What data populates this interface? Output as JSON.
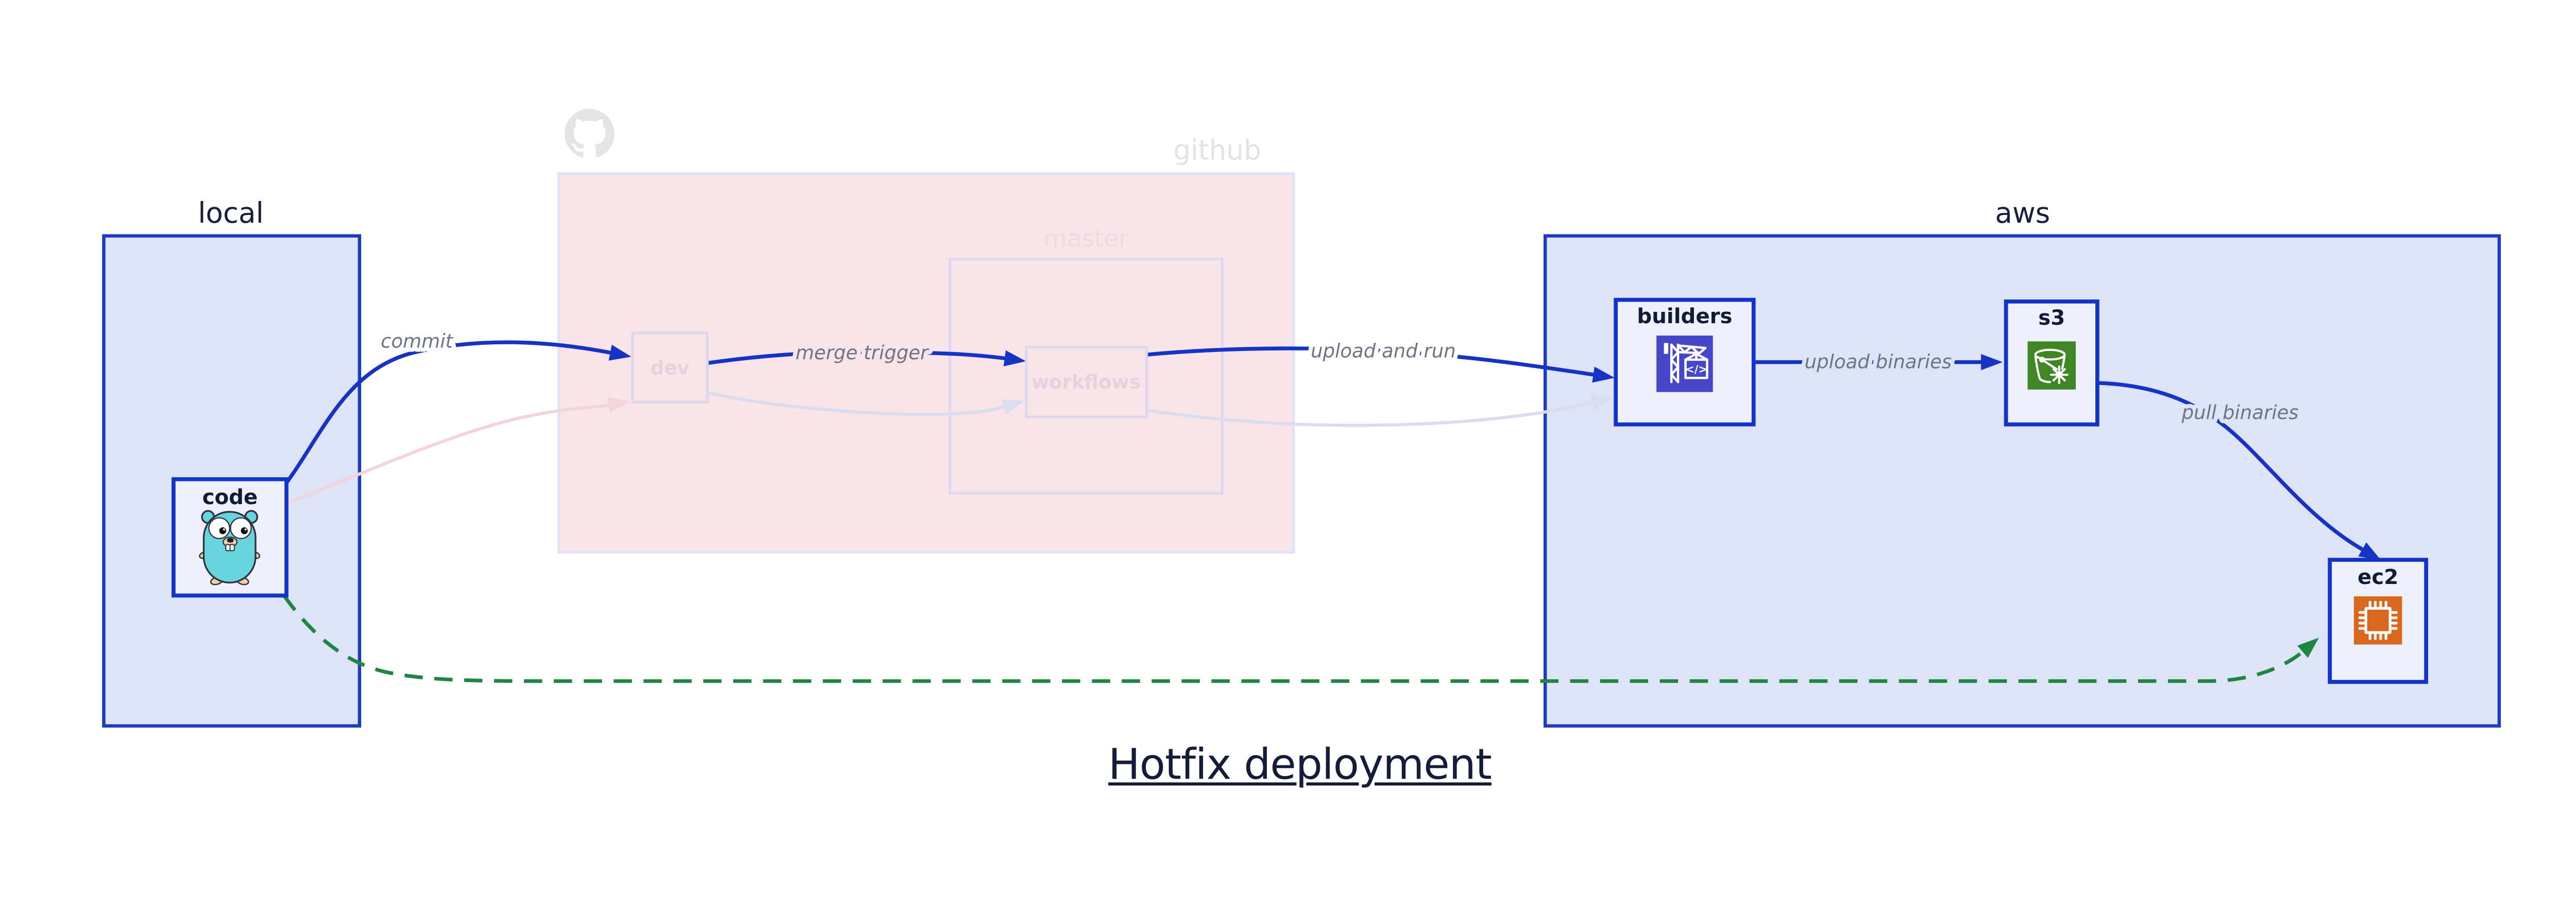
{
  "title": {
    "text": "Hotfix deployment"
  },
  "groups": {
    "local": {
      "label": "local"
    },
    "github": {
      "label": "github",
      "master_label": "master"
    },
    "aws": {
      "label": "aws"
    }
  },
  "nodes": {
    "code": {
      "label": "code",
      "icon": "go-gopher-icon"
    },
    "dev": {
      "label": "dev"
    },
    "workflows": {
      "label": "workflows"
    },
    "builders": {
      "label": "builders",
      "icon": "codebuild-crane-icon",
      "icon_glyph": "</>"
    },
    "s3": {
      "label": "s3",
      "icon": "s3-glacier-bucket-icon"
    },
    "ec2": {
      "label": "ec2",
      "icon": "ec2-chip-icon"
    }
  },
  "edges": {
    "commit": {
      "label": "commit",
      "from": "code",
      "to": "dev",
      "style": "solid-blue"
    },
    "merge_trigger": {
      "label": "merge trigger",
      "from": "dev",
      "to": "workflows",
      "style": "solid-blue"
    },
    "upload_and_run": {
      "label": "upload and run",
      "from": "workflows",
      "to": "builders",
      "style": "solid-blue"
    },
    "upload_binaries": {
      "label": "upload binaries",
      "from": "builders",
      "to": "s3",
      "style": "solid-blue"
    },
    "pull_binaries": {
      "label": "pull binaries",
      "from": "s3",
      "to": "ec2",
      "style": "solid-blue"
    },
    "hotfix_path": {
      "label": "",
      "from": "code",
      "to": "ec2",
      "style": "dashed-green"
    },
    "faded_commit": {
      "label": "",
      "from": "code",
      "to": "dev",
      "style": "faded-pink"
    },
    "faded_merge": {
      "label": "",
      "from": "dev",
      "to": "workflows",
      "style": "faded-lavender"
    },
    "faded_upload": {
      "label": "",
      "from": "workflows",
      "to": "builders",
      "style": "faded-lavender"
    }
  },
  "colors": {
    "edge_blue": "#1533c4",
    "edge_green": "#1f8540",
    "edge_faded_pink": "#f3d4dc",
    "edge_faded_lavender": "#dadcf0",
    "region_blue_fill": "#dee4f8",
    "region_blue_border": "#1b3cbd",
    "region_pink_fill": "#f9e4e9",
    "region_pink_border": "#dfe3f5",
    "node_fill": "#eef1fb",
    "node_border": "#1434c8",
    "codebuild_icon_bg": "#4547c8",
    "s3_icon_bg": "#3f8624",
    "ec2_icon_bg": "#d9671e",
    "edge_label_gray": "#6e7482",
    "dark_text": "#16203e",
    "faded_gray_text": "#e3e3e7",
    "gopher_teal": "#67d5de"
  }
}
